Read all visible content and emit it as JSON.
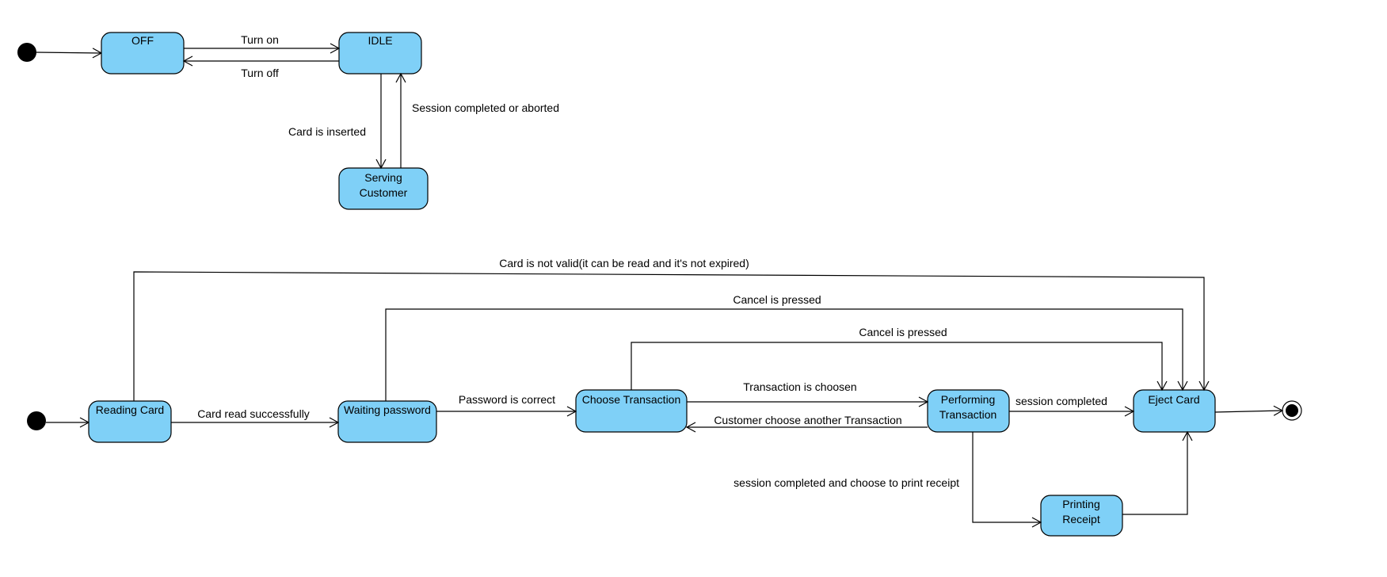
{
  "colors": {
    "state_fill": "#7fd0f7",
    "state_stroke": "#000000",
    "edge": "#000000",
    "background": "#ffffff"
  },
  "machine_top": {
    "states": {
      "off": [
        "OFF"
      ],
      "idle": [
        "IDLE"
      ],
      "serving": [
        "Serving",
        "Customer"
      ]
    },
    "transitions": {
      "turn_on": "Turn on",
      "turn_off": "Turn off",
      "card_inserted": "Card is inserted",
      "session_done": "Session completed or aborted"
    }
  },
  "machine_bottom": {
    "states": {
      "reading_card": [
        "Reading Card"
      ],
      "waiting_password": [
        "Waiting password"
      ],
      "choose_transaction": [
        "Choose Transaction"
      ],
      "performing_transaction": [
        "Performing",
        "Transaction"
      ],
      "eject_card": [
        "Eject Card"
      ],
      "printing_receipt": [
        "Printing",
        "Receipt"
      ]
    },
    "transitions": {
      "card_read": "Card read successfully",
      "password_correct": "Password is correct",
      "transaction_chosen": "Transaction is choosen",
      "choose_another": "Customer choose another Transaction",
      "session_completed": "session completed",
      "print_receipt": "session completed and choose to print receipt",
      "card_not_valid": "Card is not valid(it can be read and it's not expired)",
      "cancel_waiting": "Cancel is pressed",
      "cancel_choose": "Cancel is pressed"
    }
  }
}
